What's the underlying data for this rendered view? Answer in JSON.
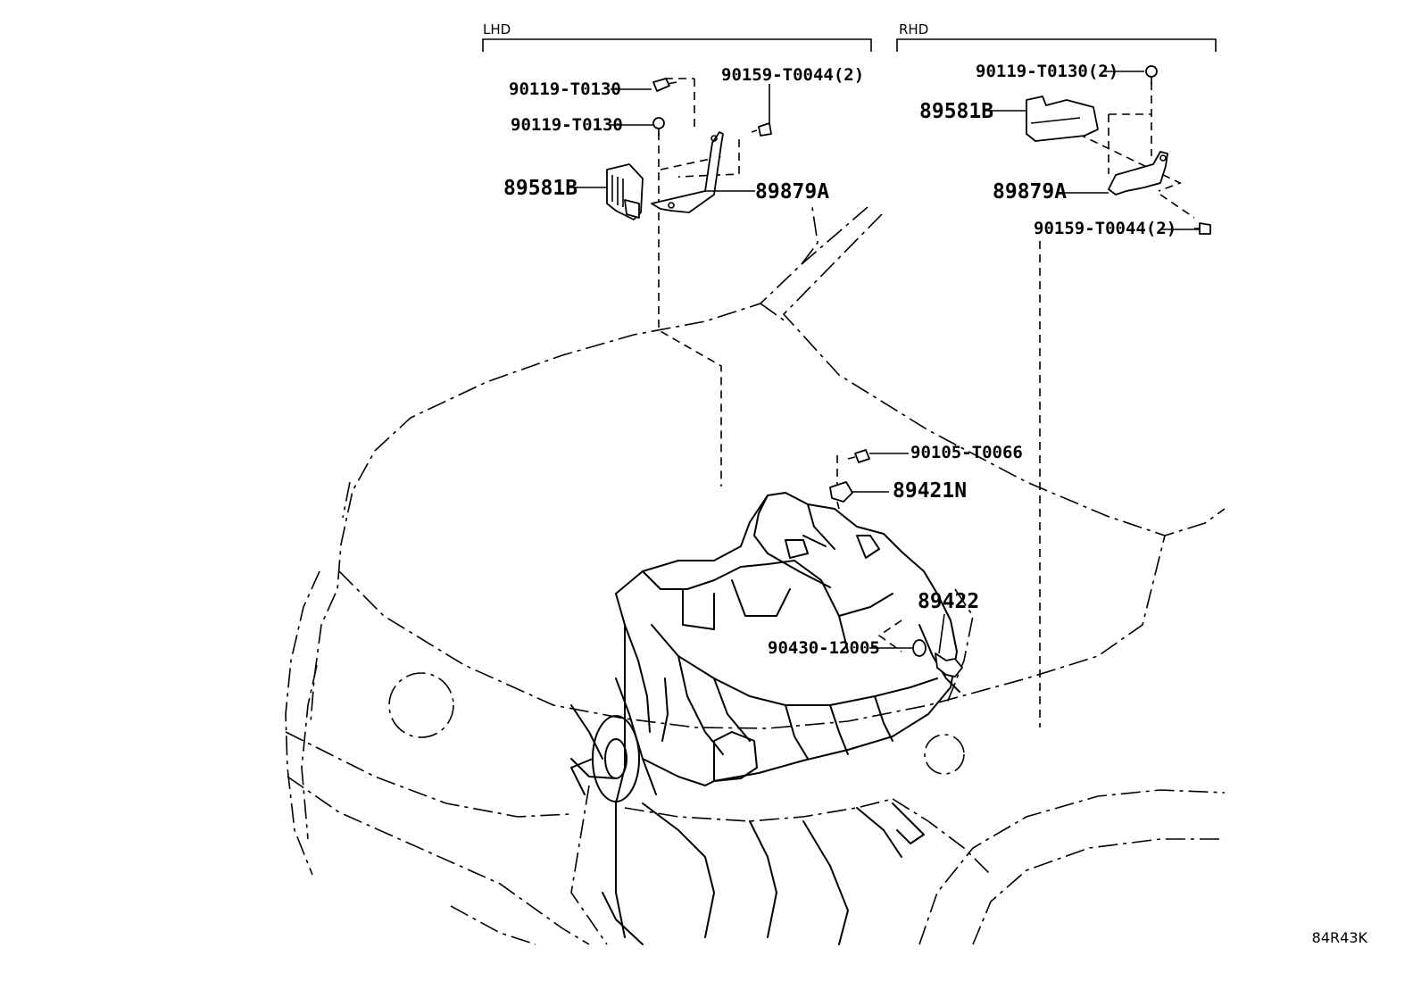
{
  "sections": {
    "lhd": "LHD",
    "rhd": "RHD"
  },
  "lhd_labels": {
    "bolt_upper": "90119-T0130",
    "bolt_lower": "90119-T0130",
    "screw": "90159-T0044(2)",
    "module": "89581B",
    "bracket": "89879A"
  },
  "rhd_labels": {
    "bolt": "90119-T0130(2)",
    "module": "89581B",
    "bracket": "89879A",
    "screw": "90159-T0044(2)"
  },
  "engine_labels": {
    "bolt": "90105-T0066",
    "sensor": "89421N",
    "knock_sensor": "89422",
    "gasket": "90430-12005"
  },
  "diagram_code": "84R43K"
}
